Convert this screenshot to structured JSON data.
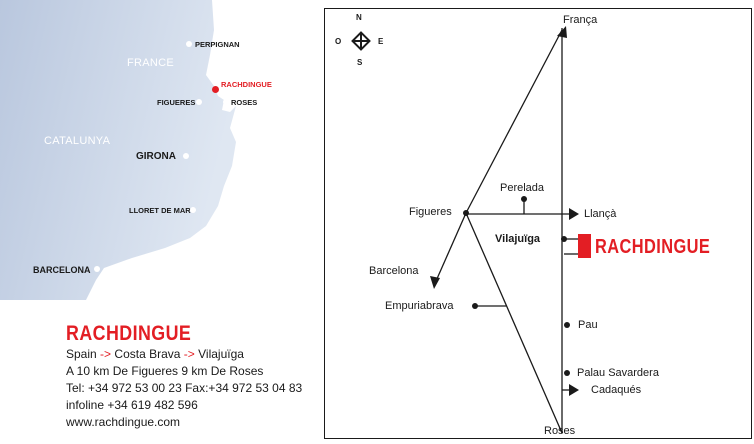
{
  "left_map": {
    "regions": {
      "france": "FRANCE",
      "catalunya": "CATALUNYA"
    },
    "cities": {
      "perpignan": "PERPIGNAN",
      "rachdingue": "RACHDINGUE",
      "figueres": "FIGUERES",
      "roses": "ROSES",
      "girona": "GIRONA",
      "lloret": "LLORET DE MAR",
      "barcelona": "BARCELONA"
    },
    "colors": {
      "land": "#c9d6e8",
      "land_gradient_end": "#e6ecf4",
      "marker": "#e31e24"
    }
  },
  "info": {
    "brand": "RACHDINGUE",
    "route": {
      "a": "Spain",
      "arrow1": "->",
      "b": "Costa Brava",
      "arrow2": "->",
      "c": "Vilajuïga"
    },
    "distance": "A 10 km De Figueres 9 km De Roses",
    "tel": "Tel: +34 972 53 00 23 Fax:+34 972 53 04 83",
    "infoline": "infoline +34 619 482 596",
    "web": "www.rachdingue.com"
  },
  "right_map": {
    "compass": {
      "n": "N",
      "s": "S",
      "e": "E",
      "o": "O"
    },
    "places": {
      "franca": "França",
      "perelada": "Perelada",
      "figueres": "Figueres",
      "llanca": "Llançà",
      "vilajuiga": "Vilajuïga",
      "barcelona": "Barcelona",
      "empuriabrava": "Empuriabrava",
      "pau": "Pau",
      "palau": "Palau Savardera",
      "cadaques": "Cadaqués",
      "roses": "Roses"
    },
    "brand": "RACHDINGUE"
  }
}
